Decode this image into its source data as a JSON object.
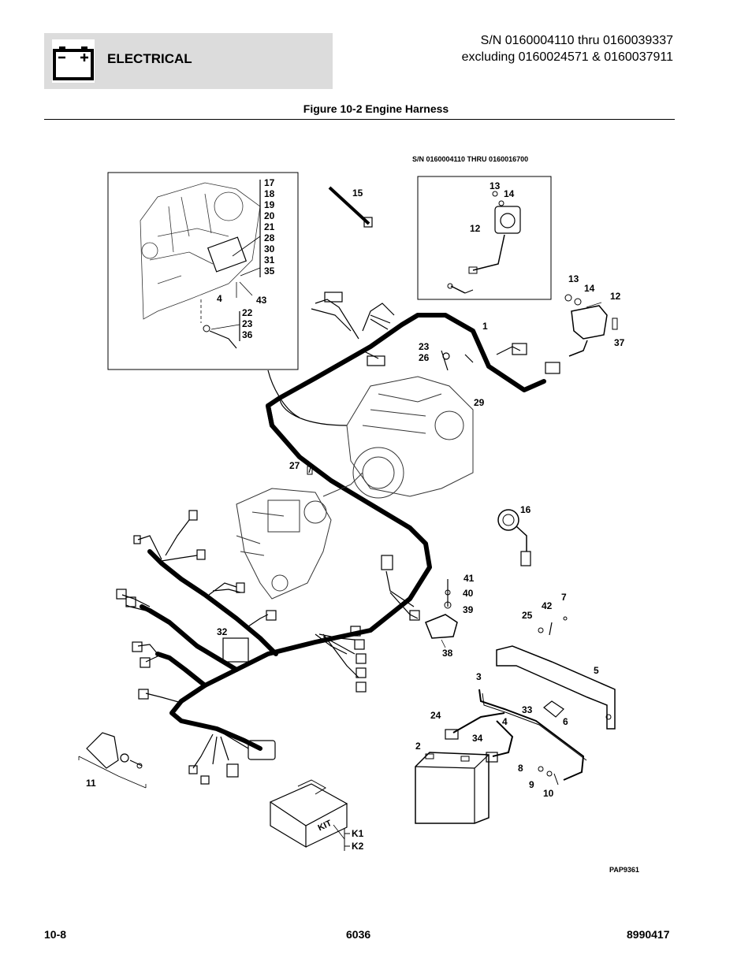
{
  "header": {
    "section": "ELECTRICAL",
    "sn_range": "S/N 0160004110 thru 0160039337",
    "sn_exclusions": "excluding 0160024571 & 0160037911"
  },
  "figure": {
    "title": "Figure 10-2 Engine Harness",
    "inset_note": "S/N 0160004110 THRU 0160016700",
    "code": "PAP9361",
    "kit_label": "KIT",
    "callouts": {
      "c1": "1",
      "c2": "2",
      "c3": "3",
      "c4a": "4",
      "c4b": "4",
      "c5": "5",
      "c6": "6",
      "c7": "7",
      "c8": "8",
      "c9": "9",
      "c10": "10",
      "c11": "11",
      "c12a": "12",
      "c12b": "12",
      "c13a": "13",
      "c13b": "13",
      "c14a": "14",
      "c14b": "14",
      "c15": "15",
      "c16": "16",
      "c17": "17",
      "c18": "18",
      "c19": "19",
      "c20": "20",
      "c21": "21",
      "c28": "28",
      "c30": "30",
      "c31": "31",
      "c35": "35",
      "c43": "43",
      "c22": "22",
      "c23a": "23",
      "c36": "36",
      "c23b": "23",
      "c26": "26",
      "c24": "24",
      "c25": "25",
      "c27": "27",
      "c29": "29",
      "c32": "32",
      "c33": "33",
      "c34": "34",
      "c37": "37",
      "c38": "38",
      "c39": "39",
      "c40": "40",
      "c41": "41",
      "c42": "42",
      "k1": "K1",
      "k2": "K2"
    }
  },
  "footer": {
    "page": "10-8",
    "model": "6036",
    "doc_number": "8990417"
  }
}
